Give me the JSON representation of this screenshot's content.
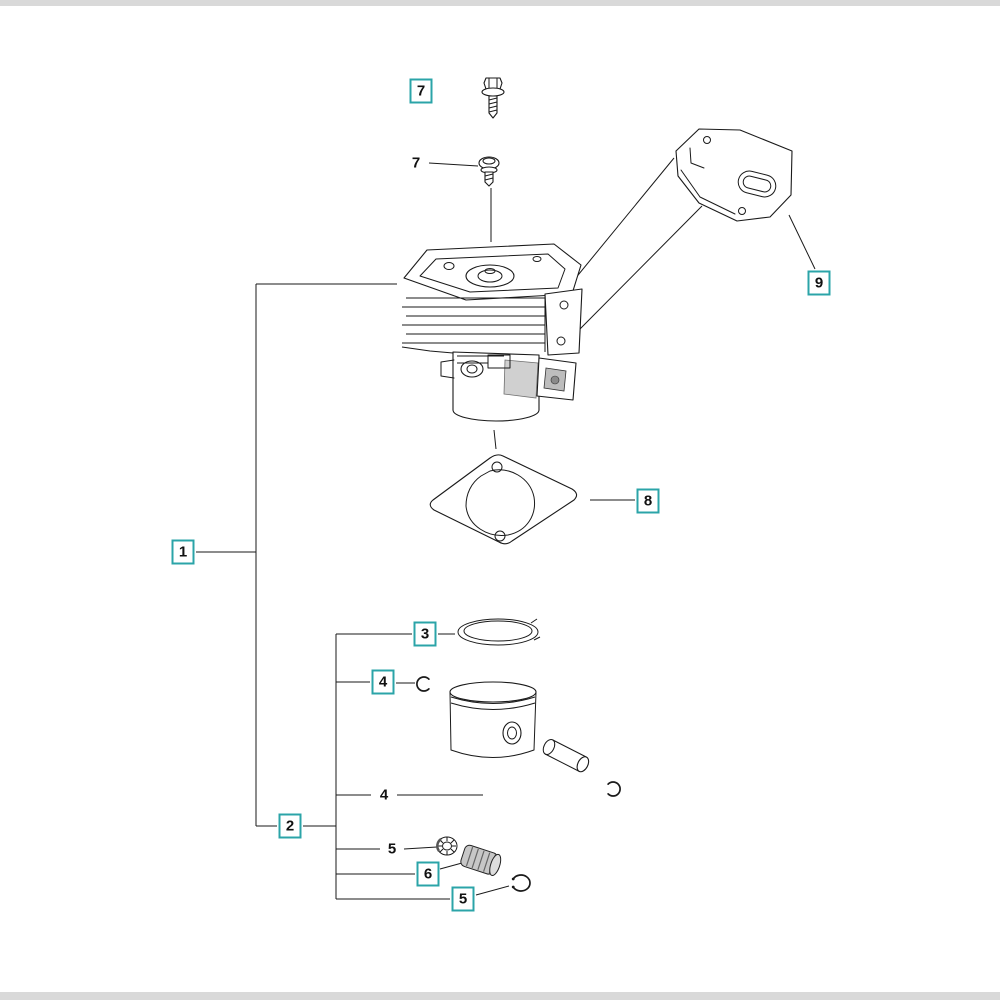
{
  "labels": {
    "l7_boxed": "7",
    "l7_plain": "7",
    "l9_boxed": "9",
    "l1_boxed": "1",
    "l8_boxed": "8",
    "l3_boxed": "3",
    "l4_boxed": "4",
    "l4_plain": "4",
    "l2_boxed": "2",
    "l5_plain": "5",
    "l6_boxed": "6",
    "l5_boxed": "5"
  },
  "colors": {
    "label_box_border": "#2ba4a8",
    "line_color": "#1a1a1a",
    "background": "#ffffff",
    "page_edge": "#d9d9d9"
  }
}
